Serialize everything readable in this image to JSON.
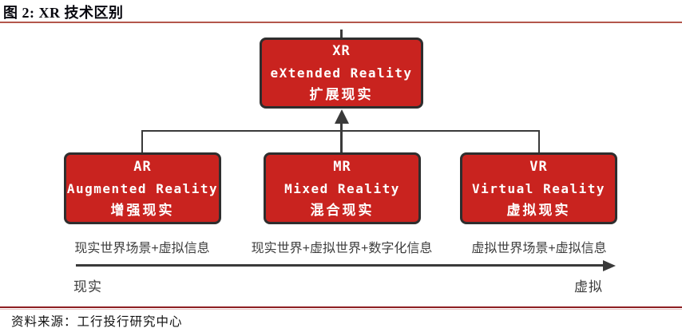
{
  "figure": {
    "title": "图 2: XR 技术区别",
    "source": "资料来源：工行投行研究中心"
  },
  "colors": {
    "node_fill": "#C9231F",
    "node_border": "#2E2E2E",
    "node_text": "#FFFFFF",
    "connector": "#3A3A3A",
    "title_rule": "#B3564C",
    "footer_rule": "#8E1F22",
    "caption_text": "#3D3D3D"
  },
  "nodes": {
    "xr": {
      "abbr": "XR",
      "en": "eXtended Reality",
      "zh": "扩展现实"
    },
    "ar": {
      "abbr": "AR",
      "en": "Augmented Reality",
      "zh": "增强现实",
      "caption": "现实世界场景+虚拟信息"
    },
    "mr": {
      "abbr": "MR",
      "en": "Mixed Reality",
      "zh": "混合现实",
      "caption": "现实世界+虚拟世界+数字化信息"
    },
    "vr": {
      "abbr": "VR",
      "en": "Virtual Reality",
      "zh": "虚拟现实",
      "caption": "虚拟世界场景+虚拟信息"
    }
  },
  "axis": {
    "left_label": "现实",
    "right_label": "虚拟"
  }
}
